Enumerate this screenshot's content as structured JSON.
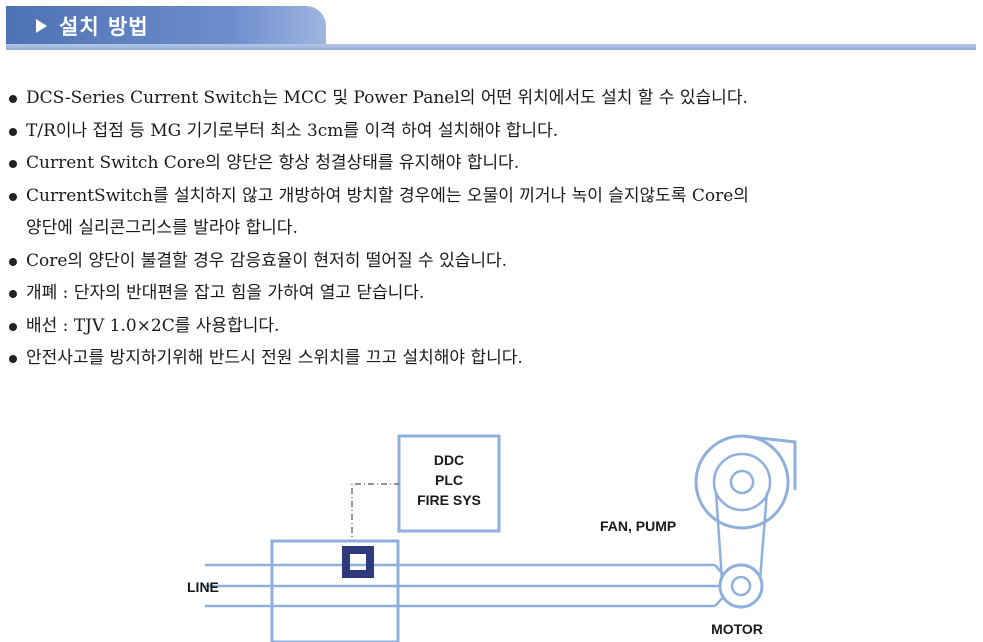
{
  "header": {
    "title": "설치 방법"
  },
  "bullets": [
    "DCS-Series Current Switch는 MCC 및 Power Panel의 어떤 위치에서도 설치 할 수 있습니다.",
    "T/R이나 접점 등 MG 기기로부터 최소 3cm를 이격 하여 설치해야 합니다.",
    "Current Switch Core의 양단은 항상 청결상태를 유지해야 합니다.",
    "CurrentSwitch를 설치하지 않고 개방하여 방치할 경우에는 오물이 끼거나 녹이 슬지않도록 Core의",
    "Core의 양단이 불결할 경우 감응효율이 현저히 떨어질 수 있습니다.",
    "개폐 : 단자의 반대편을 잡고 힘을 가하여 열고 닫습니다.",
    "배선 : TJV 1.0×2C를 사용합니다.",
    "안전사고를 방지하기위해 반드시 전원 스위치를 끄고 설치해야 합니다."
  ],
  "bullet_continuation": "양단에 실리콘그리스를 발라야 합니다.",
  "diagram": {
    "control_box": [
      "DDC",
      "PLC",
      "FIRE SYS"
    ],
    "line_label": "LINE",
    "fan_label": "FAN, PUMP",
    "motor_label": "MOTOR"
  },
  "colors": {
    "accent": "#5b7dbf",
    "diagram_stroke": "#8fb0dc",
    "sensor": "#2e3a7c"
  }
}
